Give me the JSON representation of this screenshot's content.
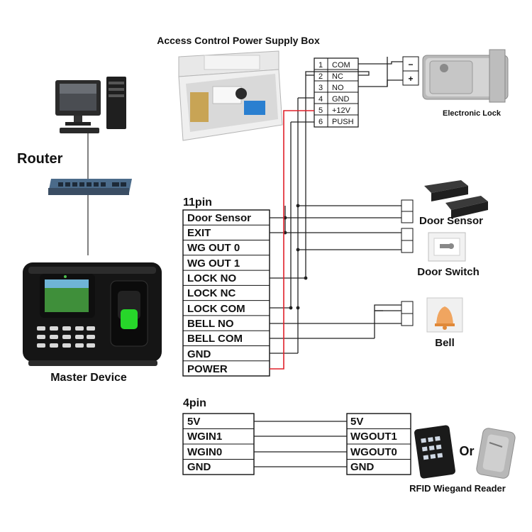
{
  "title": "Access Control Power Supply Box",
  "labels": {
    "router": "Router",
    "electronic_lock": "Electronic Lock",
    "door_sensor": "Door Sensor",
    "door_switch": "Door Switch",
    "bell": "Bell",
    "master_device": "Master Device",
    "rfid_reader": "RFID Wiegand Reader",
    "or": "Or",
    "lock_minus": "−",
    "lock_plus": "+"
  },
  "power_box_terminals": [
    {
      "num": "1",
      "name": "COM"
    },
    {
      "num": "2",
      "name": "NC"
    },
    {
      "num": "3",
      "name": "NO"
    },
    {
      "num": "4",
      "name": "GND"
    },
    {
      "num": "5",
      "name": "+12V"
    },
    {
      "num": "6",
      "name": "PUSH"
    }
  ],
  "pin11": {
    "title": "11pin",
    "pins": [
      "Door Sensor",
      "EXIT",
      "WG OUT 0",
      "WG OUT 1",
      "LOCK NO",
      "LOCK NC",
      "LOCK COM",
      "BELL NO",
      "BELL COM",
      "GND",
      "POWER"
    ]
  },
  "pin4": {
    "title": "4pin",
    "left_pins": [
      "5V",
      "WGIN1",
      "WGIN0",
      "GND"
    ],
    "right_pins": [
      "5V",
      "WGOUT1",
      "WGOUT0",
      "GND"
    ]
  },
  "colors": {
    "wire": "#222222",
    "power_wire": "#e0202a",
    "border": "#111111"
  }
}
